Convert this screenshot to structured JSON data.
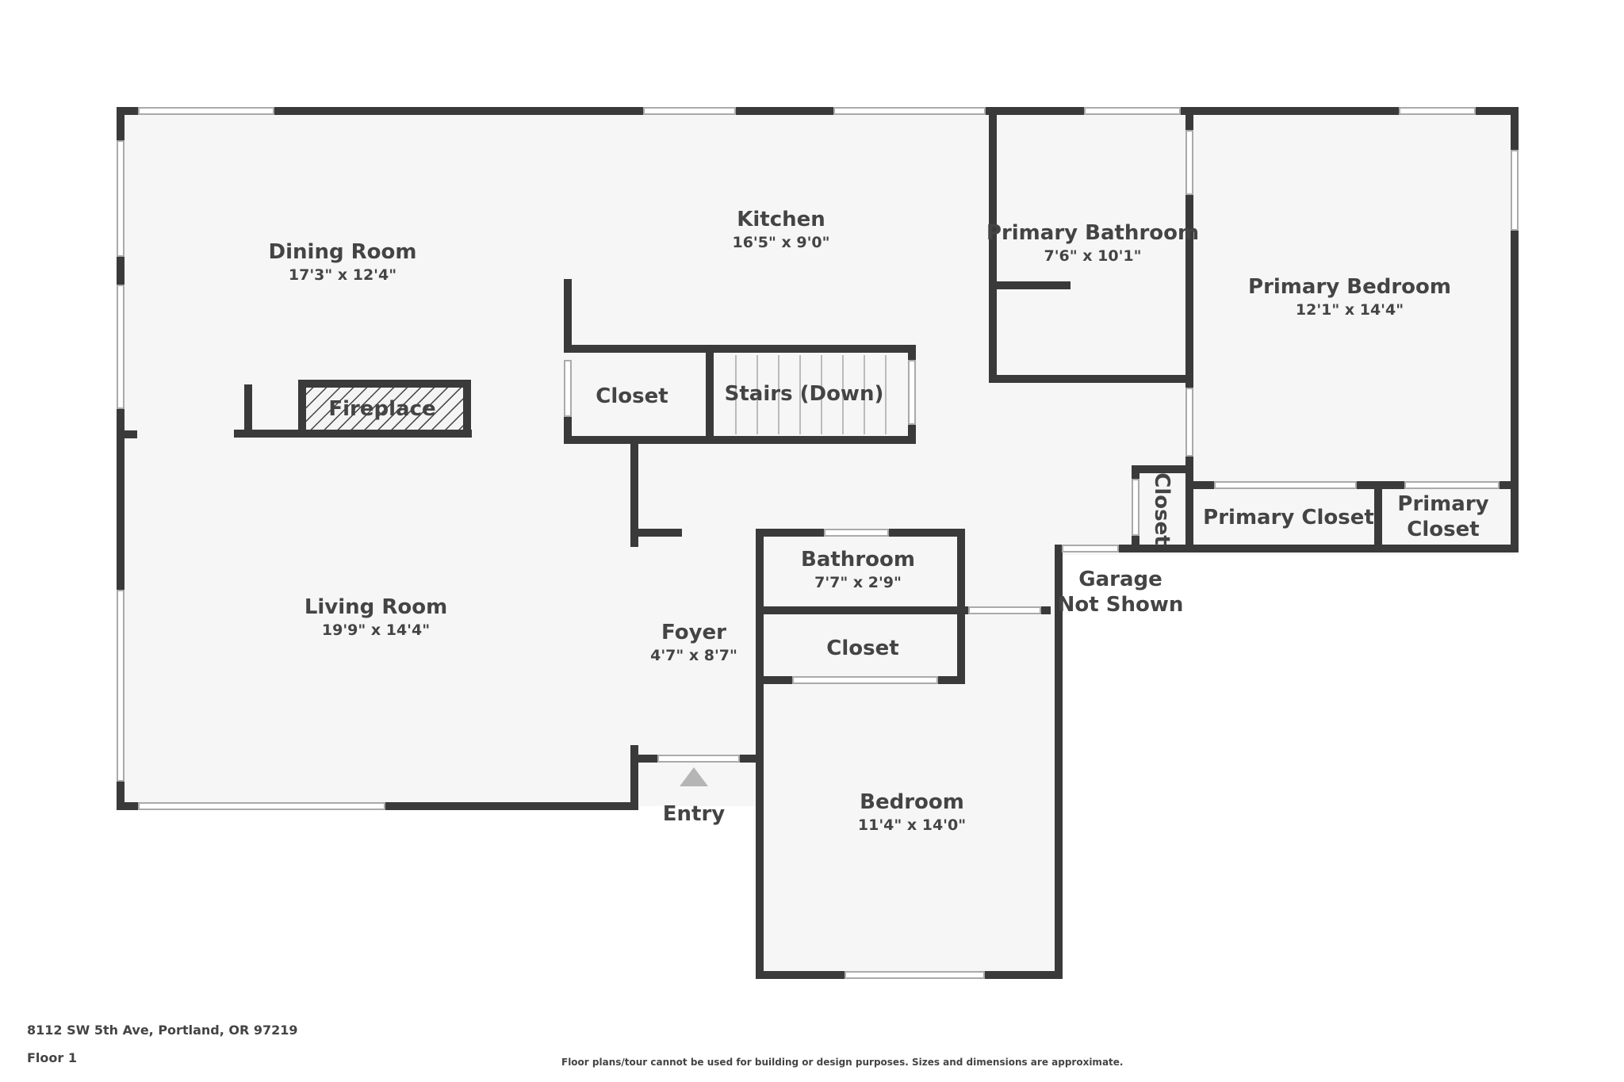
{
  "rooms": {
    "dining_room": {
      "name": "Dining Room",
      "dim": "17'3\" x 12'4\""
    },
    "kitchen": {
      "name": "Kitchen",
      "dim": "16'5\" x 9'0\""
    },
    "primary_bathroom": {
      "name": "Primary Bathroom",
      "dim": "7'6\" x 10'1\""
    },
    "primary_bedroom": {
      "name": "Primary Bedroom",
      "dim": "12'1\" x 14'4\""
    },
    "living_room": {
      "name": "Living Room",
      "dim": "19'9\" x 14'4\""
    },
    "foyer": {
      "name": "Foyer",
      "dim": "4'7\" x 8'7\""
    },
    "bathroom": {
      "name": "Bathroom",
      "dim": "7'7\" x 2'9\""
    },
    "bedroom": {
      "name": "Bedroom",
      "dim": "11'4\" x 14'0\""
    }
  },
  "labels": {
    "fireplace": "Fireplace",
    "closet_stairs": "Closet",
    "stairs": "Stairs (Down)",
    "closet_bath": "Closet",
    "closet_vertical": "Closet",
    "primary_closet_1": "Primary Closet",
    "primary_closet_2_line1": "Primary",
    "primary_closet_2_line2": "Closet",
    "garage_line1": "Garage",
    "garage_line2": "Not Shown",
    "entry": "Entry"
  },
  "footer": {
    "address": "8112 SW 5th Ave, Portland, OR 97219",
    "floor": "Floor 1",
    "disclaimer": "Floor plans/tour cannot be used for building or design purposes. Sizes and dimensions are approximate."
  }
}
